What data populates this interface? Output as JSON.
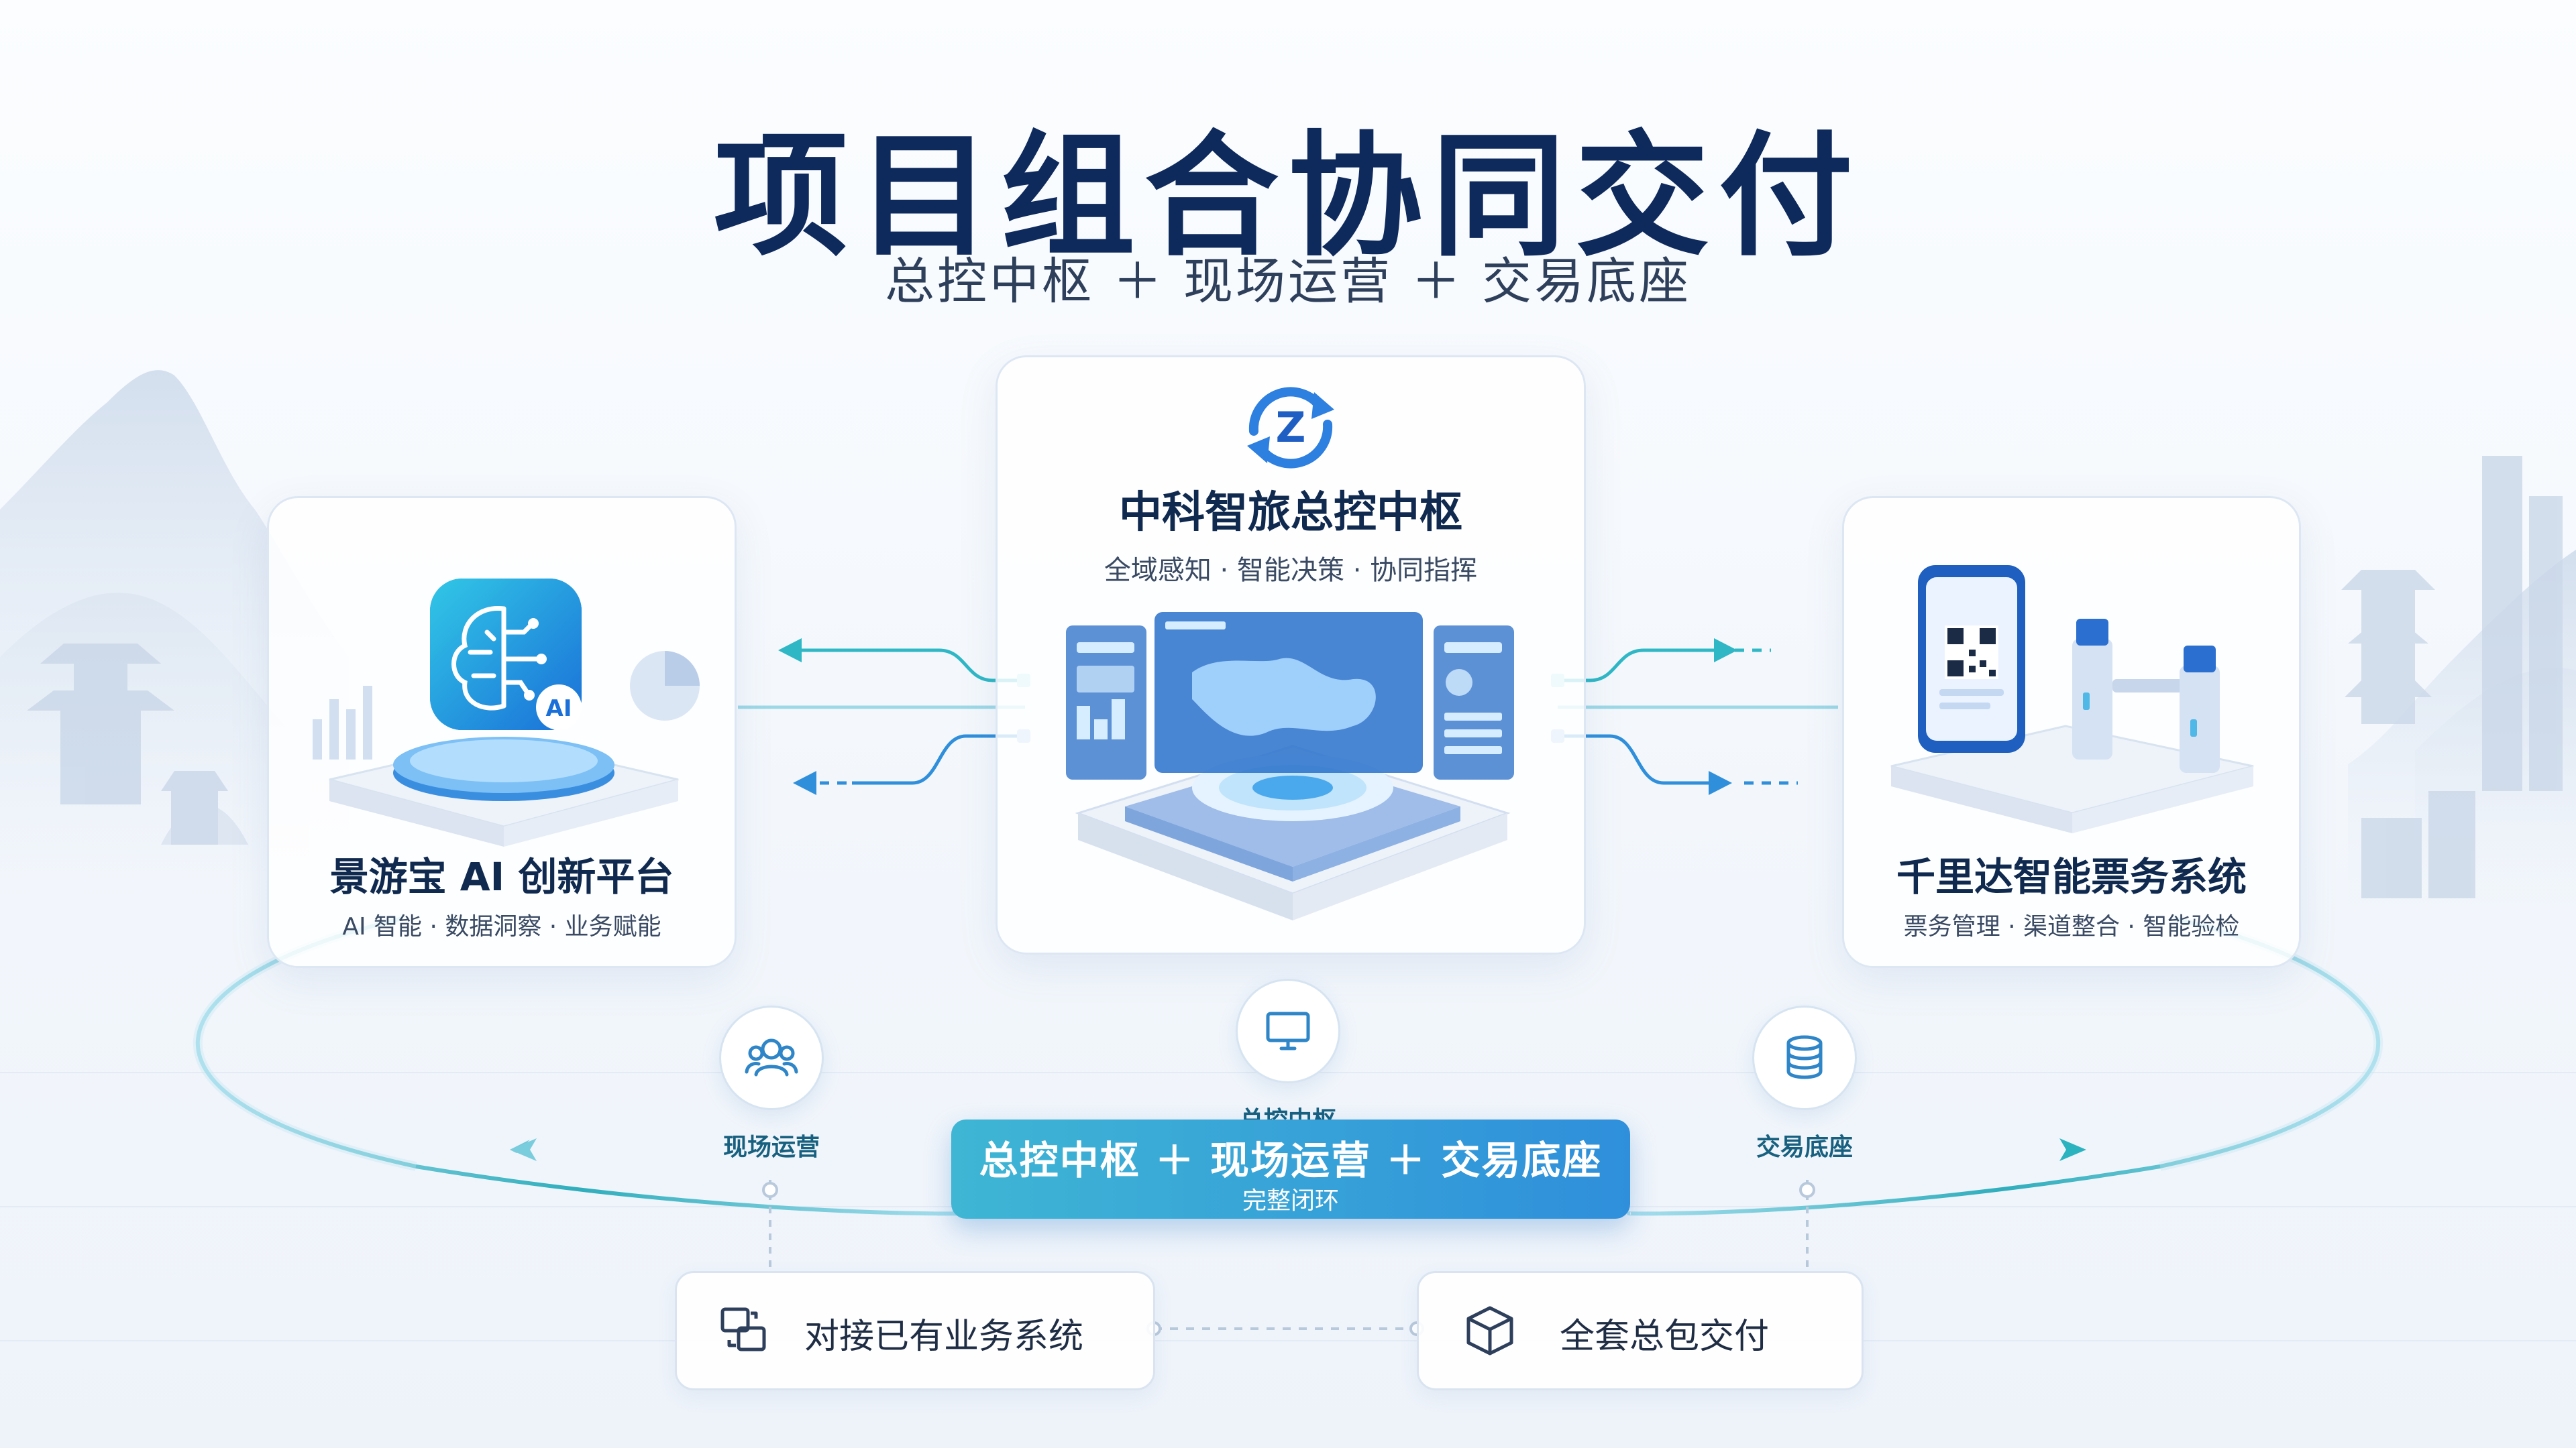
{
  "header": {
    "title": "项目组合协同交付",
    "subtitle": "总控中枢 ＋ 现场运营 ＋ 交易底座"
  },
  "cards": {
    "left": {
      "title": "景游宝 AI 创新平台",
      "tags": "AI 智能 · 数据洞察 · 业务赋能",
      "badge": "AI"
    },
    "center": {
      "title": "中科智旅总控中枢",
      "tags": "全域感知 · 智能决策 · 协同指挥"
    },
    "right": {
      "title": "千里达智能票务系统",
      "tags": "票务管理 · 渠道整合 · 智能验检"
    }
  },
  "nodes": {
    "ops": {
      "label": "现场运营",
      "icon": "users-icon"
    },
    "hub": {
      "label": "总控中枢",
      "icon": "monitor-icon"
    },
    "trade": {
      "label": "交易底座",
      "icon": "database-icon"
    }
  },
  "banner": {
    "main": "总控中枢 ＋ 现场运营 ＋ 交易底座",
    "sub": "完整闭环"
  },
  "bottom": {
    "left": {
      "label": "对接已有业务系统",
      "icon": "link-windows-icon"
    },
    "right": {
      "label": "全套总包交付",
      "icon": "package-cube-icon"
    }
  },
  "colors": {
    "title": "#0e2a5c",
    "accent_teal": "#2bb3c0",
    "accent_blue": "#2f8fdb",
    "card_border": "#dde7f3"
  }
}
